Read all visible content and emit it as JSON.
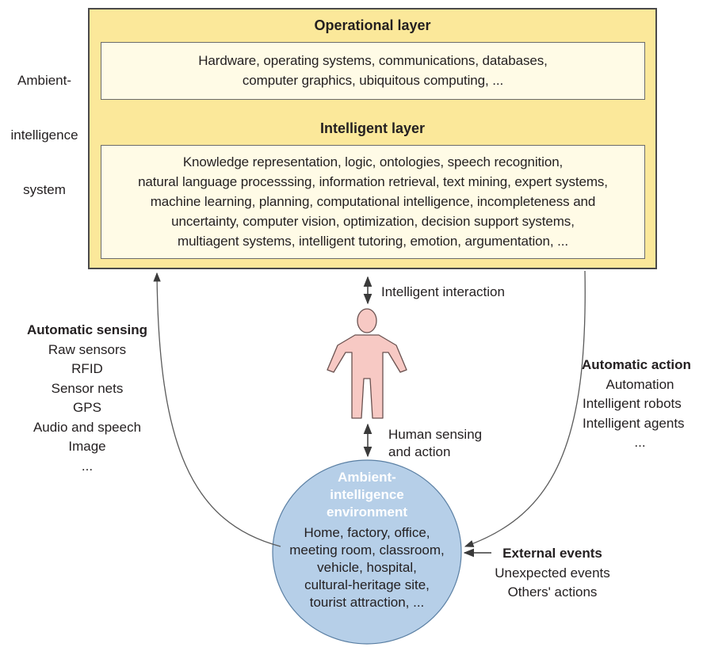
{
  "system_label": [
    "Ambient-",
    "intelligence",
    "system"
  ],
  "operational_layer": {
    "title": "Operational layer",
    "lines": [
      "Hardware, operating systems, communications, databases,",
      "computer graphics, ubiquitous computing, ..."
    ]
  },
  "intelligent_layer": {
    "title": "Intelligent layer",
    "lines": [
      "Knowledge representation, logic, ontologies, speech recognition,",
      "natural language processsing, information retrieval, text mining, expert systems,",
      "machine learning, planning, computational intelligence, incompleteness and",
      "uncertainty, computer vision, optimization, decision support systems,",
      "multiagent systems, intelligent tutoring, emotion, argumentation, ..."
    ]
  },
  "intelligent_interaction": "Intelligent interaction",
  "human_sensing": [
    "Human sensing",
    "and action"
  ],
  "automatic_sensing": {
    "title": "Automatic sensing",
    "items": [
      "Raw sensors",
      "RFID",
      "Sensor nets",
      "GPS",
      "Audio and speech",
      "Image",
      "..."
    ]
  },
  "automatic_action": {
    "title": "Automatic action",
    "items": [
      "Automation",
      "Intelligent robots",
      "Intelligent agents",
      "..."
    ]
  },
  "environment": {
    "title": [
      "Ambient-",
      "intelligence",
      "environment"
    ],
    "lines": [
      "Home, factory, office,",
      "meeting room, classroom,",
      "vehicle, hospital,",
      "cultural-heritage site,",
      "tourist attraction, ..."
    ]
  },
  "external_events": {
    "title": "External events",
    "items": [
      "Unexpected events",
      "Others' actions"
    ]
  },
  "colors": {
    "outer_fill": "#fbe89a",
    "inner_fill": "#fffbe6",
    "person_fill": "#f7c9c4",
    "circle_fill": "#b6cfe8",
    "line": "#4a4a4a"
  }
}
